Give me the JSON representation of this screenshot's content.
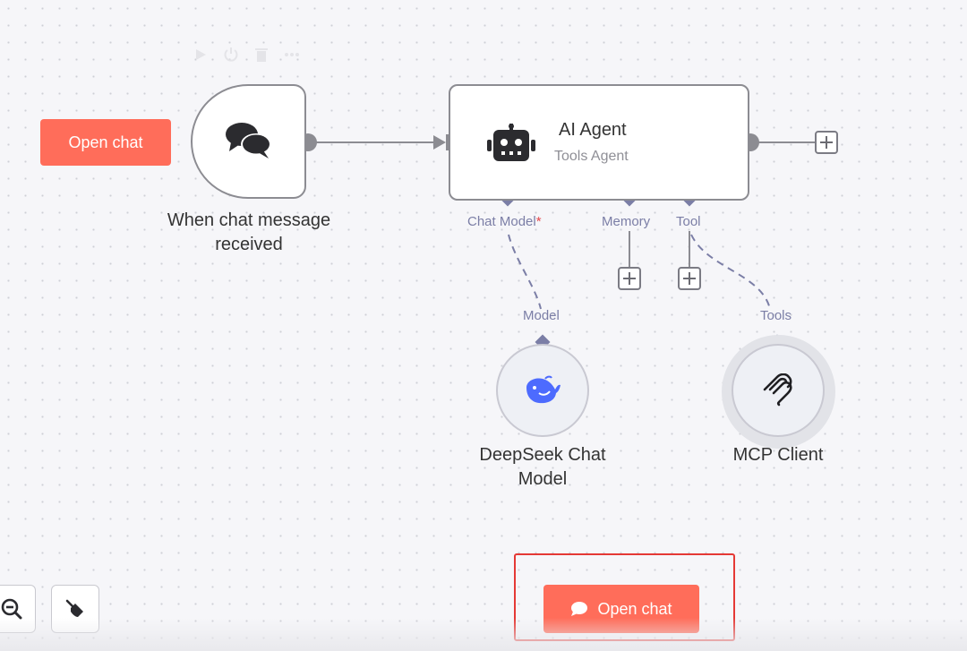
{
  "colors": {
    "accent": "#ff6d5a",
    "port_diamond": "#7b7ea6",
    "node_border": "#8c8c92",
    "highlight_red": "#e53935"
  },
  "toolbar": {
    "icons": [
      "play-icon",
      "power-icon",
      "trash-icon",
      "more-icon"
    ]
  },
  "open_chat_top_label": "Open chat",
  "trigger_node": {
    "label": "When chat message received",
    "icon": "chat-bubbles-icon"
  },
  "agent_node": {
    "title": "AI Agent",
    "subtitle": "Tools Agent",
    "icon": "robot-icon"
  },
  "ports": {
    "chat_model": "Chat Model",
    "chat_model_required": "*",
    "memory": "Memory",
    "tool": "Tool"
  },
  "deepseek_node": {
    "label": "DeepSeek Chat Model",
    "port_label": "Model",
    "icon": "deepseek-whale-icon"
  },
  "mcp_node": {
    "label": "MCP Client",
    "port_label": "Tools",
    "icon": "mcp-icon"
  },
  "open_chat_bottom_label": "Open chat",
  "controls": [
    "zoom-out-icon",
    "tidy-up-icon"
  ]
}
